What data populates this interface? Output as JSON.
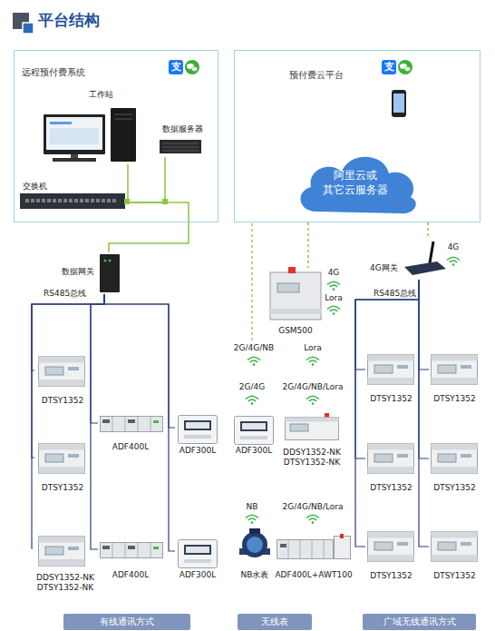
{
  "diagram": {
    "title": "平台结构",
    "nodes": [
      {
        "text": [
          "远程预付费系统"
        ]
      },
      {
        "text": [
          "工作站"
        ],
        "in": 0
      },
      {
        "text": [
          "数据服务器"
        ],
        "in": 0
      },
      {
        "text": [
          "交换机"
        ],
        "in": 0
      },
      {
        "text": [
          "预付费云平台"
        ]
      },
      {
        "text": [
          "阿里云或 其它云服务器"
        ],
        "in": 4
      },
      {
        "text": [
          "数据网关"
        ]
      },
      {
        "text": [
          "DTSY1352"
        ]
      },
      {
        "text": [
          "DTSY1352"
        ]
      },
      {
        "text": [
          "DDSY1352-NK DTSY1352-NK"
        ]
      },
      {
        "text": [
          "ADF400L"
        ]
      },
      {
        "text": [
          "ADF400L"
        ]
      },
      {
        "text": [
          "ADF300L"
        ]
      },
      {
        "text": [
          "ADF300L"
        ]
      },
      {
        "text": [
          "GSM500"
        ]
      },
      {
        "text": [
          "ADF300L"
        ]
      },
      {
        "text": [
          "DDSY1352-NK DTSY1352-NK"
        ]
      },
      {
        "text": [
          "NB水表"
        ]
      },
      {
        "text": [
          "ADF400L+AWT100"
        ]
      },
      {
        "text": [
          "4G网关"
        ]
      },
      {
        "text": [
          "DTSY1352"
        ]
      },
      {
        "text": [
          "DTSY1352"
        ]
      },
      {
        "text": [
          "DTSY1352"
        ]
      },
      {
        "text": [
          "DTSY1352"
        ]
      },
      {
        "text": [
          "DTSY1352"
        ]
      },
      {
        "text": [
          "DTSY1352"
        ]
      },
      {
        "text": [
          "有线通讯方式"
        ]
      },
      {
        "text": [
          "无线表"
        ]
      },
      {
        "text": [
          "广域无线通讯方式"
        ]
      }
    ],
    "edges": [
      {
        "from": 1,
        "to": 3,
        "arrow": "none"
      },
      {
        "from": 2,
        "to": 3,
        "arrow": "none"
      },
      {
        "from": 3,
        "to": 6,
        "arrow": "none"
      },
      {
        "from": 4,
        "to": 14,
        "arrow": "none"
      },
      {
        "from": 4,
        "to": 19,
        "arrow": "none"
      },
      {
        "from": 6,
        "to": 7,
        "arrow": "none"
      },
      {
        "from": 6,
        "to": 8,
        "arrow": "none"
      },
      {
        "from": 6,
        "to": 9,
        "arrow": "none"
      },
      {
        "from": 6,
        "to": 10,
        "arrow": "none"
      },
      {
        "from": 6,
        "to": 11,
        "arrow": "none"
      },
      {
        "from": 6,
        "to": 12,
        "arrow": "none"
      },
      {
        "from": 6,
        "to": 13,
        "arrow": "none"
      },
      {
        "from": 19,
        "to": 20,
        "arrow": "none"
      },
      {
        "from": 19,
        "to": 21,
        "arrow": "none"
      },
      {
        "from": 19,
        "to": 22,
        "arrow": "none"
      },
      {
        "from": 19,
        "to": 23,
        "arrow": "none"
      },
      {
        "from": 19,
        "to": 24,
        "arrow": "none"
      },
      {
        "from": 19,
        "to": 25,
        "arrow": "none"
      }
    ],
    "labels": [
      "支",
      "支",
      "RS485总线",
      "4G",
      "Lora",
      "2G/4G/NB",
      "Lora",
      "2G/4G",
      "2G/4G/NB/Lora",
      "NB",
      "2G/4G/NB/Lora",
      "4G",
      "RS485总线"
    ]
  }
}
